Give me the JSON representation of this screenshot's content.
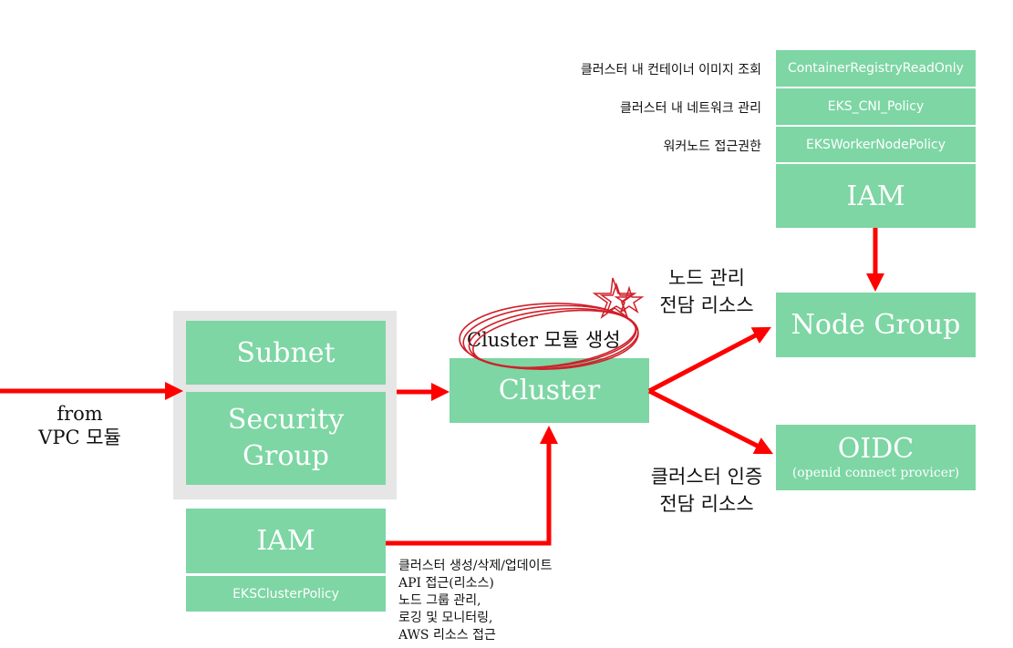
{
  "policies_top": {
    "items": [
      {
        "description": "클러스터 내 컨테이너 이미지 조회",
        "policy": "ContainerRegistryReadOnly"
      },
      {
        "description": "클러스터 내 네트워크 관리",
        "policy": "EKS_CNI_Policy"
      },
      {
        "description": "워커노드 접근권한",
        "policy": "EKSWorkerNodePolicy"
      }
    ],
    "iam_label": "IAM"
  },
  "vpc": {
    "subnet": "Subnet",
    "security_group_line1": "Security",
    "security_group_line2": "Group",
    "from_line1": "from",
    "from_line2": "VPC 모듈"
  },
  "cluster": {
    "label": "Cluster",
    "annotation": "Cluster 모듈 생성"
  },
  "iam_bottom": {
    "label": "IAM",
    "policy": "EKSClusterPolicy",
    "description_lines": [
      "클러스터 생성/삭제/업데이트",
      "API 접근(리소스)",
      "노드 그룹 관리,",
      "로깅 및 모니터링,",
      "AWS 리소스 접근"
    ]
  },
  "node_group": {
    "label": "Node Group",
    "caption_line1": "노드 관리",
    "caption_line2": "전담 리소스"
  },
  "oidc": {
    "label": "OIDC",
    "sublabel": "(openid connect provicer)",
    "caption_line1": "클러스터 인증",
    "caption_line2": "전담 리소스"
  },
  "colors": {
    "box": "#7dd6a4",
    "panel": "#e6e6e6",
    "arrow": "#ff0000",
    "annotation": "#d0202a"
  }
}
